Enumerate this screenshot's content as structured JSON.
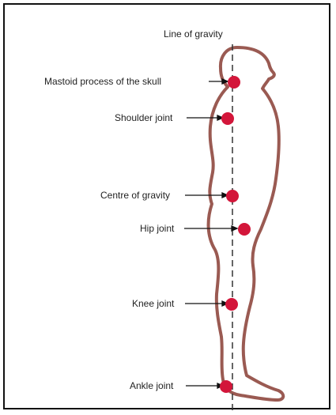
{
  "diagram": {
    "title": "Line of gravity",
    "labels": {
      "mastoid": "Mastoid process of the skull",
      "shoulder": "Shoulder joint",
      "centre": "Centre of gravity",
      "hip": "Hip joint",
      "knee": "Knee joint",
      "ankle": "Ankle joint"
    },
    "colors": {
      "body_outline": "#9A5A52",
      "marker": "#D3163A",
      "line": "#333333",
      "frame": "#111111"
    }
  }
}
